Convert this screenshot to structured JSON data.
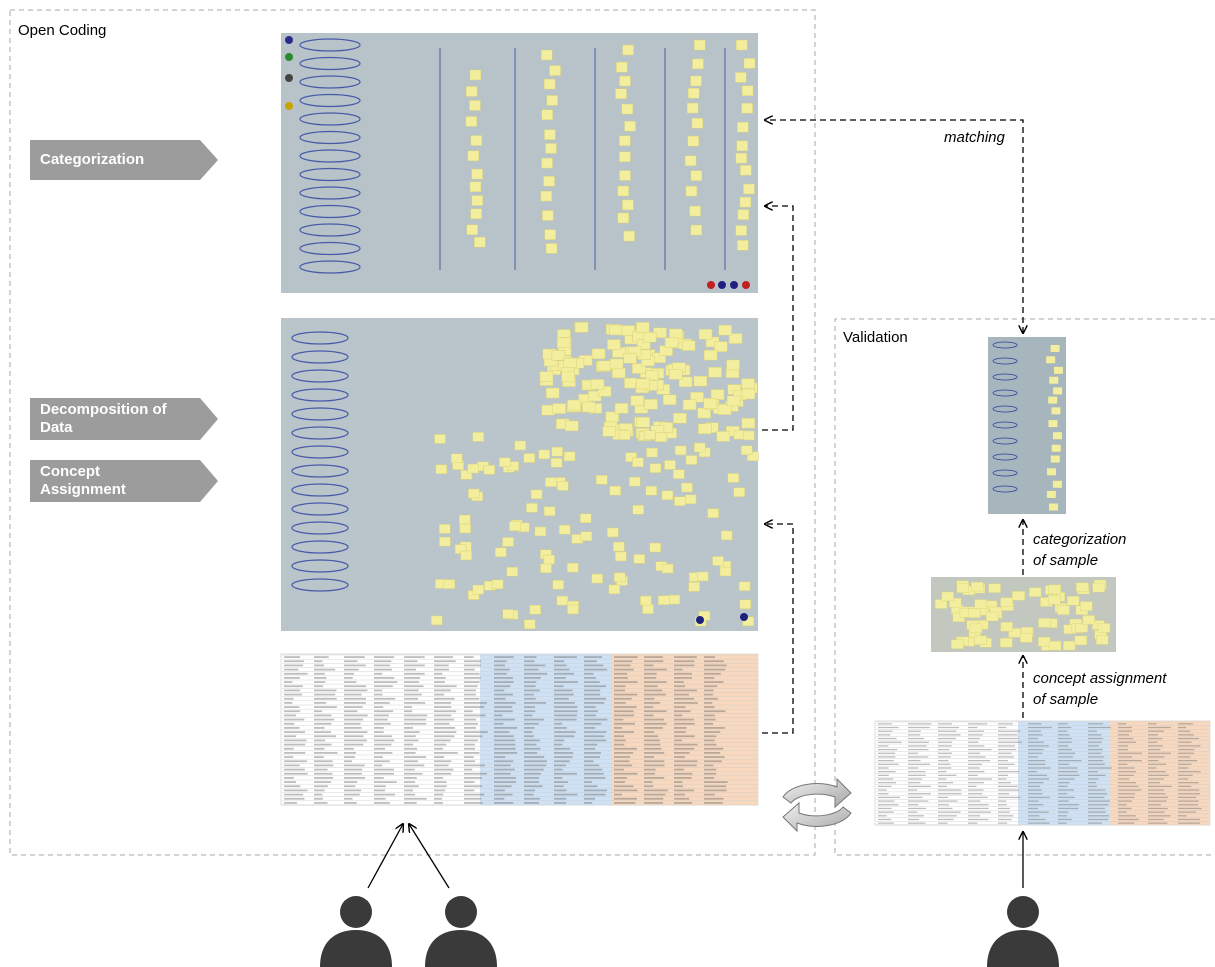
{
  "open_coding": {
    "title": "Open Coding",
    "stages": [
      {
        "label": "Categorization"
      },
      {
        "label_line1": "Concept",
        "label_line2": "Assignment"
      },
      {
        "label_line1": "Decomposition of",
        "label_line2": "Data"
      }
    ]
  },
  "validation": {
    "title": "Validation"
  },
  "edge_labels": {
    "matching": "matching",
    "categorization_line1": "categorization",
    "categorization_line2": "of sample",
    "concept_line1": "concept assignment",
    "concept_line2": "of sample"
  },
  "colors": {
    "panel_border": "#a8a8a8",
    "stage_arrow": "#9c9c9c",
    "whiteboard": "#a9b7be",
    "sticky_note": "#f3ee9e",
    "marker": "#2b3fa0",
    "table_highlight_blue": "#cfe2f5",
    "table_highlight_orange": "#f8d9bf",
    "person": "#3a3a3a"
  },
  "icons": [
    "person-icon",
    "cycle-arrows-icon",
    "dashed-arrow",
    "solid-arrow"
  ]
}
